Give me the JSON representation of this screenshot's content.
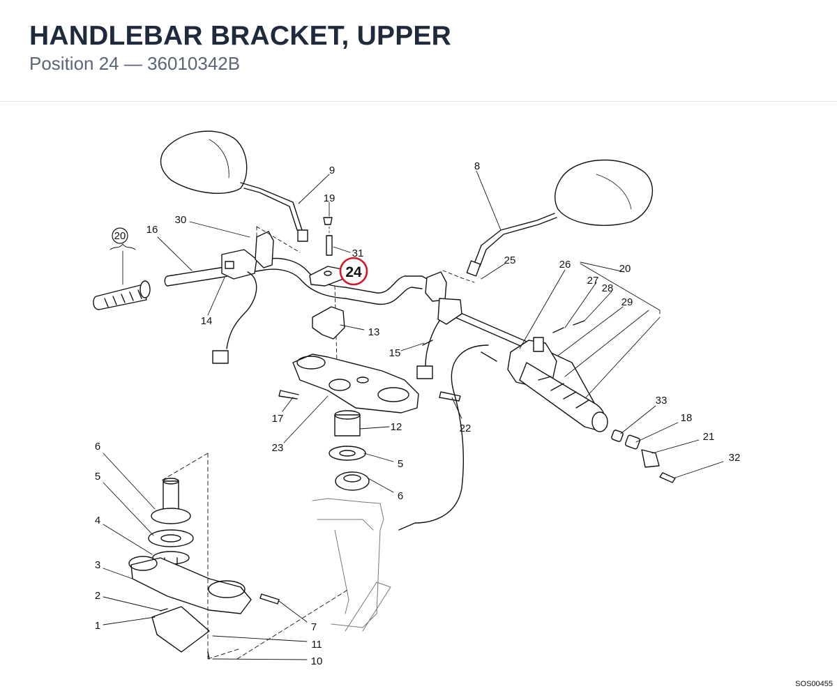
{
  "header": {
    "title": "HANDLEBAR BRACKET, UPPER",
    "subtitle": "Position 24 — 36010342B"
  },
  "diagram": {
    "callouts": [
      "1",
      "2",
      "3",
      "4",
      "5",
      "6",
      "7",
      "8",
      "9",
      "10",
      "11",
      "12",
      "13",
      "14",
      "15",
      "16",
      "17",
      "18",
      "19",
      "20",
      "21",
      "22",
      "23",
      "24",
      "25",
      "26",
      "27",
      "28",
      "29",
      "30",
      "31",
      "32",
      "33"
    ],
    "highlight": {
      "label": "24",
      "color": "#d0192b"
    },
    "drawing_code": "SOS00455"
  }
}
